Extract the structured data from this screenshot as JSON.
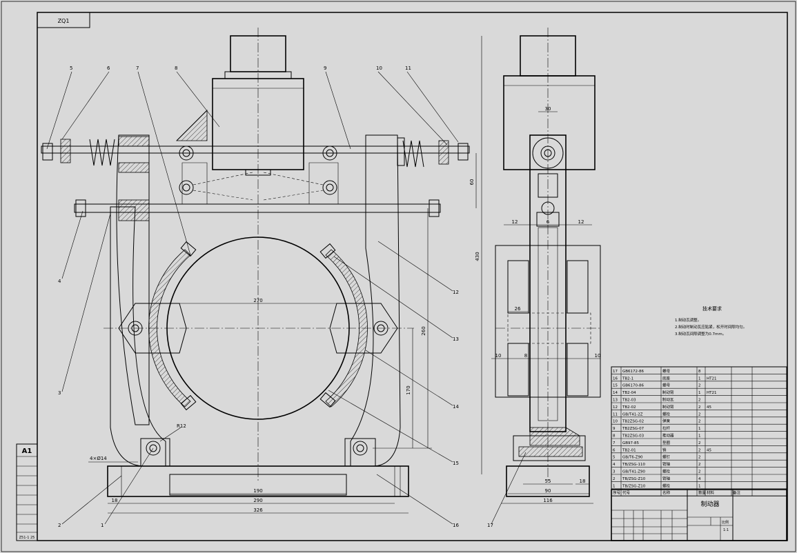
{
  "drawing": {
    "corner_code": "ZQ1",
    "sheet_size": "A1",
    "sheet_scale": "Z51-1 25"
  },
  "parts_left_labels": [
    "5",
    "6",
    "7",
    "8",
    "9",
    "10",
    "11",
    "4",
    "12",
    "3",
    "13",
    "14",
    "15",
    "2",
    "1",
    "16",
    "17"
  ],
  "dims": {
    "d270": "270",
    "d190": "190",
    "d290": "290",
    "d326": "326",
    "d18": "18",
    "d60": "60",
    "d430": "430",
    "d260": "260",
    "d170": "170",
    "r12": "R12",
    "d4phi14": "4×Ø14",
    "s30": "30",
    "s12a": "12",
    "s12b": "12",
    "s6": "6",
    "s26": "26",
    "s10a": "10",
    "s8": "8",
    "s10b": "10",
    "s55": "55",
    "s18": "18",
    "s90": "90",
    "s116": "116"
  },
  "notes": {
    "title": "技术要求",
    "lines": [
      "1.制动瓦调整。",
      "2.制动时制动瓦应贴紧，松开时间隙均匀。",
      "3.制动瓦间隙调整为0.7mm。"
    ]
  },
  "bom": {
    "rows": [
      {
        "no": "17",
        "code": "GB6172-86",
        "name": "螺母",
        "qty": "8",
        "mat": "",
        "note": ""
      },
      {
        "no": "16",
        "code": "TB2-1",
        "name": "底座",
        "qty": "1",
        "mat": "HT21",
        "note": ""
      },
      {
        "no": "15",
        "code": "GB6170-86",
        "name": "螺母",
        "qty": "2",
        "mat": "",
        "note": ""
      },
      {
        "no": "14",
        "code": "TB2-04",
        "name": "制动臂",
        "qty": "1",
        "mat": "HT21",
        "note": ""
      },
      {
        "no": "13",
        "code": "TB2-03",
        "name": "制动瓦",
        "qty": "2",
        "mat": "",
        "note": ""
      },
      {
        "no": "12",
        "code": "TB2-02",
        "name": "制动臂",
        "qty": "2",
        "mat": "45",
        "note": ""
      },
      {
        "no": "11",
        "code": "GB/T41-2Z",
        "name": "螺栓",
        "qty": "2",
        "mat": "",
        "note": ""
      },
      {
        "no": "10",
        "code": "TB2ZSG-02",
        "name": "弹簧",
        "qty": "2",
        "mat": "",
        "note": ""
      },
      {
        "no": "9",
        "code": "TB2ZSG-07",
        "name": "拉杆",
        "qty": "1",
        "mat": "",
        "note": ""
      },
      {
        "no": "8",
        "code": "TB2ZSG-03",
        "name": "推动器",
        "qty": "1",
        "mat": "",
        "note": ""
      },
      {
        "no": "7",
        "code": "GB97-85",
        "name": "垫圈",
        "qty": "2",
        "mat": "",
        "note": ""
      },
      {
        "no": "6",
        "code": "TB2-01",
        "name": "销",
        "qty": "2",
        "mat": "45",
        "note": ""
      },
      {
        "no": "5",
        "code": "GB/T6-Z90",
        "name": "螺钉",
        "qty": "2",
        "mat": "",
        "note": ""
      },
      {
        "no": "4",
        "code": "TB/ZSG-110",
        "name": "销轴",
        "qty": "2",
        "mat": "",
        "note": ""
      },
      {
        "no": "3",
        "code": "GB/T41-Z90",
        "name": "螺栓",
        "qty": "2",
        "mat": "",
        "note": ""
      },
      {
        "no": "2",
        "code": "TB/ZSG-Z10",
        "name": "销轴",
        "qty": "4",
        "mat": "",
        "note": ""
      },
      {
        "no": "1",
        "code": "TB/ZSG-Z10",
        "name": "螺栓",
        "qty": "1",
        "mat": "",
        "note": ""
      }
    ],
    "header": {
      "no": "序号",
      "code": "代号",
      "name": "名称",
      "qty": "数量",
      "mat": "材料",
      "note": "备注"
    },
    "title": "制动器",
    "scale_label": "比例",
    "scale_value": "1:1"
  }
}
